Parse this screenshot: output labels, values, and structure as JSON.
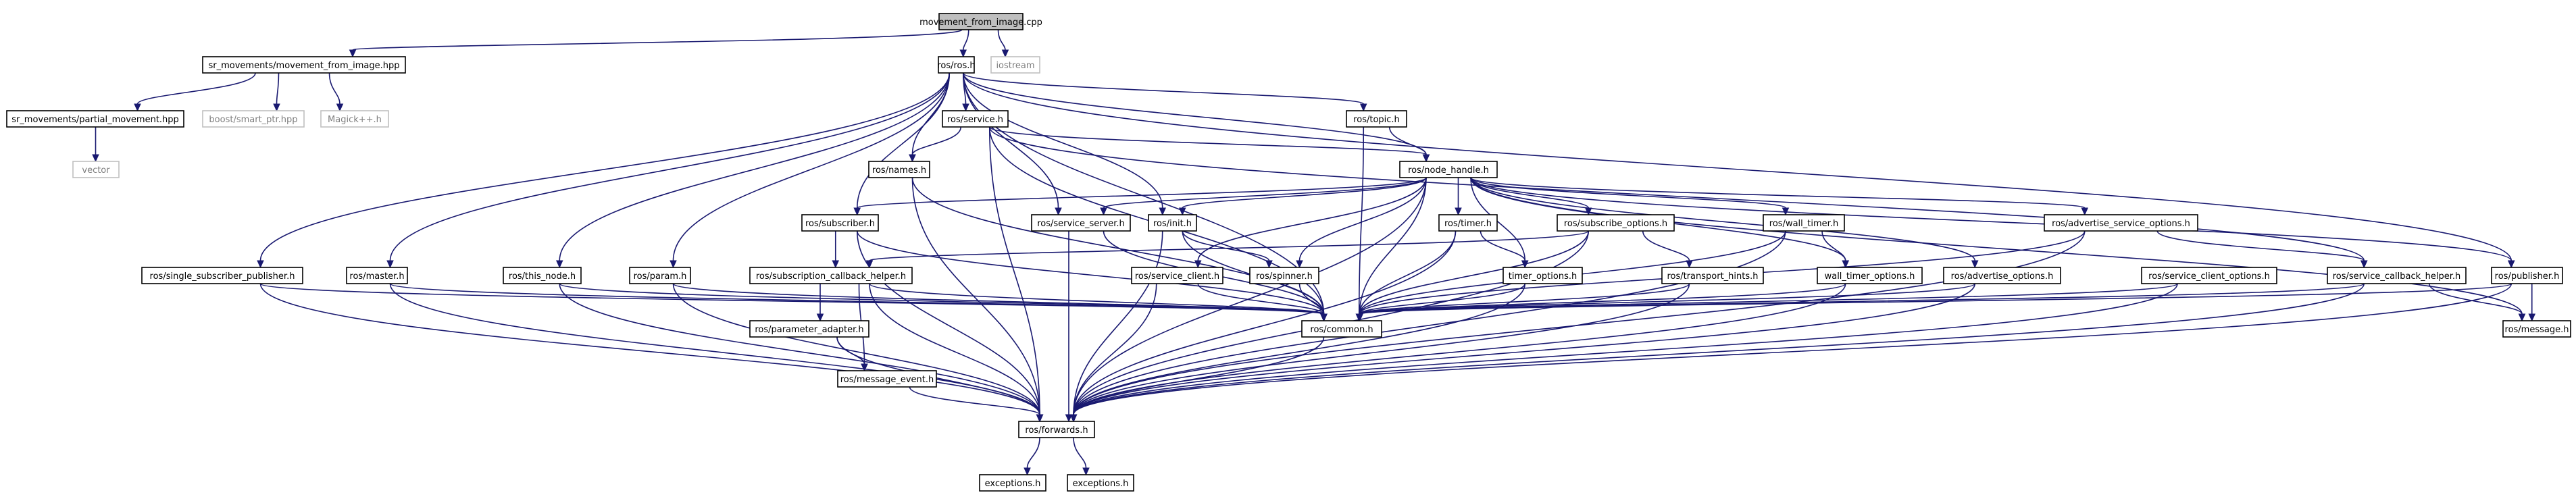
{
  "colors": {
    "edge": "#191970",
    "node_border": "#000000",
    "external_border": "#bfbfbf",
    "root_fill": "#bfbfbf",
    "text": "#000000",
    "external_text": "#7f7f7f"
  },
  "nodes": [
    {
      "id": "n_root",
      "label": "movement_from_image.cpp",
      "kind": "root"
    },
    {
      "id": "n_mfi_hpp",
      "label": "sr_movements/movement_from_image.hpp"
    },
    {
      "id": "n_rosh",
      "label": "ros/ros.h"
    },
    {
      "id": "n_iostream",
      "label": "iostream",
      "kind": "external"
    },
    {
      "id": "n_partial",
      "label": "sr_movements/partial_movement.hpp"
    },
    {
      "id": "n_smartptr",
      "label": "boost/smart_ptr.hpp",
      "kind": "external"
    },
    {
      "id": "n_magick",
      "label": "Magick++.h",
      "kind": "external"
    },
    {
      "id": "n_vector",
      "label": "vector",
      "kind": "external"
    },
    {
      "id": "n_service",
      "label": "ros/service.h"
    },
    {
      "id": "n_topic",
      "label": "ros/topic.h"
    },
    {
      "id": "n_names",
      "label": "ros/names.h"
    },
    {
      "id": "n_nodehandle",
      "label": "ros/node_handle.h"
    },
    {
      "id": "n_subscriber",
      "label": "ros/subscriber.h"
    },
    {
      "id": "n_servserver",
      "label": "ros/service_server.h"
    },
    {
      "id": "n_init",
      "label": "ros/init.h"
    },
    {
      "id": "n_timer",
      "label": "ros/timer.h"
    },
    {
      "id": "n_subopts",
      "label": "ros/subscribe_options.h"
    },
    {
      "id": "n_walltimer",
      "label": "ros/wall_timer.h"
    },
    {
      "id": "n_advservopts",
      "label": "ros/advertise_service_options.h"
    },
    {
      "id": "n_ssp",
      "label": "ros/single_subscriber_publisher.h"
    },
    {
      "id": "n_master",
      "label": "ros/master.h"
    },
    {
      "id": "n_thisnode",
      "label": "ros/this_node.h"
    },
    {
      "id": "n_param",
      "label": "ros/param.h"
    },
    {
      "id": "n_subcb",
      "label": "ros/subscription_callback_helper.h"
    },
    {
      "id": "n_servclient",
      "label": "ros/service_client.h"
    },
    {
      "id": "n_spinner",
      "label": "ros/spinner.h"
    },
    {
      "id": "n_timeropts",
      "label": "timer_options.h"
    },
    {
      "id": "n_transport",
      "label": "ros/transport_hints.h"
    },
    {
      "id": "n_walltimeropts",
      "label": "wall_timer_options.h"
    },
    {
      "id": "n_advopts",
      "label": "ros/advertise_options.h"
    },
    {
      "id": "n_servclientopts",
      "label": "ros/service_client_options.h"
    },
    {
      "id": "n_servcbhelper",
      "label": "ros/service_callback_helper.h"
    },
    {
      "id": "n_publisher",
      "label": "ros/publisher.h"
    },
    {
      "id": "n_common",
      "label": "ros/common.h"
    },
    {
      "id": "n_message",
      "label": "ros/message.h"
    },
    {
      "id": "n_paramadapter",
      "label": "ros/parameter_adapter.h"
    },
    {
      "id": "n_msgevent",
      "label": "ros/message_event.h"
    },
    {
      "id": "n_forwards",
      "label": "ros/forwards.h"
    },
    {
      "id": "n_exceptions1",
      "label": "exceptions.h"
    },
    {
      "id": "n_exceptions2",
      "label": "exceptions.h"
    }
  ],
  "edges": [
    [
      "n_root",
      "n_mfi_hpp"
    ],
    [
      "n_root",
      "n_rosh"
    ],
    [
      "n_root",
      "n_iostream"
    ],
    [
      "n_mfi_hpp",
      "n_partial"
    ],
    [
      "n_mfi_hpp",
      "n_smartptr"
    ],
    [
      "n_mfi_hpp",
      "n_magick"
    ],
    [
      "n_partial",
      "n_vector"
    ],
    [
      "n_rosh",
      "n_service"
    ],
    [
      "n_rosh",
      "n_topic"
    ],
    [
      "n_rosh",
      "n_names"
    ],
    [
      "n_rosh",
      "n_nodehandle"
    ],
    [
      "n_rosh",
      "n_subscriber"
    ],
    [
      "n_rosh",
      "n_servserver"
    ],
    [
      "n_rosh",
      "n_init"
    ],
    [
      "n_rosh",
      "n_ssp"
    ],
    [
      "n_rosh",
      "n_master"
    ],
    [
      "n_rosh",
      "n_thisnode"
    ],
    [
      "n_rosh",
      "n_param"
    ],
    [
      "n_rosh",
      "n_publisher"
    ],
    [
      "n_rosh",
      "n_common"
    ],
    [
      "n_service",
      "n_names"
    ],
    [
      "n_service",
      "n_nodehandle"
    ],
    [
      "n_service",
      "n_common"
    ],
    [
      "n_service",
      "n_forwards"
    ],
    [
      "n_service",
      "n_servcbhelper"
    ],
    [
      "n_topic",
      "n_nodehandle"
    ],
    [
      "n_topic",
      "n_common"
    ],
    [
      "n_names",
      "n_forwards"
    ],
    [
      "n_names",
      "n_common"
    ],
    [
      "n_nodehandle",
      "n_subscriber"
    ],
    [
      "n_nodehandle",
      "n_servserver"
    ],
    [
      "n_nodehandle",
      "n_init"
    ],
    [
      "n_nodehandle",
      "n_timer"
    ],
    [
      "n_nodehandle",
      "n_subopts"
    ],
    [
      "n_nodehandle",
      "n_walltimer"
    ],
    [
      "n_nodehandle",
      "n_advservopts"
    ],
    [
      "n_nodehandle",
      "n_servclient"
    ],
    [
      "n_nodehandle",
      "n_spinner"
    ],
    [
      "n_nodehandle",
      "n_timeropts"
    ],
    [
      "n_nodehandle",
      "n_walltimeropts"
    ],
    [
      "n_nodehandle",
      "n_advopts"
    ],
    [
      "n_nodehandle",
      "n_publisher"
    ],
    [
      "n_nodehandle",
      "n_common"
    ],
    [
      "n_nodehandle",
      "n_forwards"
    ],
    [
      "n_nodehandle",
      "n_message"
    ],
    [
      "n_subscriber",
      "n_subcb"
    ],
    [
      "n_subscriber",
      "n_common"
    ],
    [
      "n_subscriber",
      "n_forwards"
    ],
    [
      "n_servserver",
      "n_common"
    ],
    [
      "n_servserver",
      "n_forwards"
    ],
    [
      "n_init",
      "n_spinner"
    ],
    [
      "n_init",
      "n_common"
    ],
    [
      "n_init",
      "n_forwards"
    ],
    [
      "n_timer",
      "n_timeropts"
    ],
    [
      "n_timer",
      "n_common"
    ],
    [
      "n_timer",
      "n_forwards"
    ],
    [
      "n_subopts",
      "n_transport"
    ],
    [
      "n_subopts",
      "n_subcb"
    ],
    [
      "n_subopts",
      "n_common"
    ],
    [
      "n_subopts",
      "n_forwards"
    ],
    [
      "n_walltimer",
      "n_walltimeropts"
    ],
    [
      "n_walltimer",
      "n_common"
    ],
    [
      "n_walltimer",
      "n_forwards"
    ],
    [
      "n_advservopts",
      "n_servcbhelper"
    ],
    [
      "n_advservopts",
      "n_common"
    ],
    [
      "n_advservopts",
      "n_forwards"
    ],
    [
      "n_ssp",
      "n_common"
    ],
    [
      "n_ssp",
      "n_forwards"
    ],
    [
      "n_master",
      "n_common"
    ],
    [
      "n_master",
      "n_forwards"
    ],
    [
      "n_thisnode",
      "n_common"
    ],
    [
      "n_thisnode",
      "n_forwards"
    ],
    [
      "n_param",
      "n_common"
    ],
    [
      "n_param",
      "n_forwards"
    ],
    [
      "n_subcb",
      "n_paramadapter"
    ],
    [
      "n_subcb",
      "n_msgevent"
    ],
    [
      "n_subcb",
      "n_common"
    ],
    [
      "n_subcb",
      "n_forwards"
    ],
    [
      "n_servclient",
      "n_common"
    ],
    [
      "n_servclient",
      "n_forwards"
    ],
    [
      "n_spinner",
      "n_common"
    ],
    [
      "n_timeropts",
      "n_common"
    ],
    [
      "n_timeropts",
      "n_forwards"
    ],
    [
      "n_transport",
      "n_common"
    ],
    [
      "n_transport",
      "n_forwards"
    ],
    [
      "n_walltimeropts",
      "n_common"
    ],
    [
      "n_walltimeropts",
      "n_forwards"
    ],
    [
      "n_advopts",
      "n_common"
    ],
    [
      "n_advopts",
      "n_forwards"
    ],
    [
      "n_servclientopts",
      "n_common"
    ],
    [
      "n_servclientopts",
      "n_forwards"
    ],
    [
      "n_servcbhelper",
      "n_message"
    ],
    [
      "n_servcbhelper",
      "n_common"
    ],
    [
      "n_servcbhelper",
      "n_forwards"
    ],
    [
      "n_publisher",
      "n_message"
    ],
    [
      "n_publisher",
      "n_common"
    ],
    [
      "n_publisher",
      "n_forwards"
    ],
    [
      "n_common",
      "n_forwards"
    ],
    [
      "n_paramadapter",
      "n_msgevent"
    ],
    [
      "n_paramadapter",
      "n_forwards"
    ],
    [
      "n_msgevent",
      "n_forwards"
    ],
    [
      "n_forwards",
      "n_exceptions1"
    ],
    [
      "n_forwards",
      "n_exceptions2"
    ]
  ]
}
